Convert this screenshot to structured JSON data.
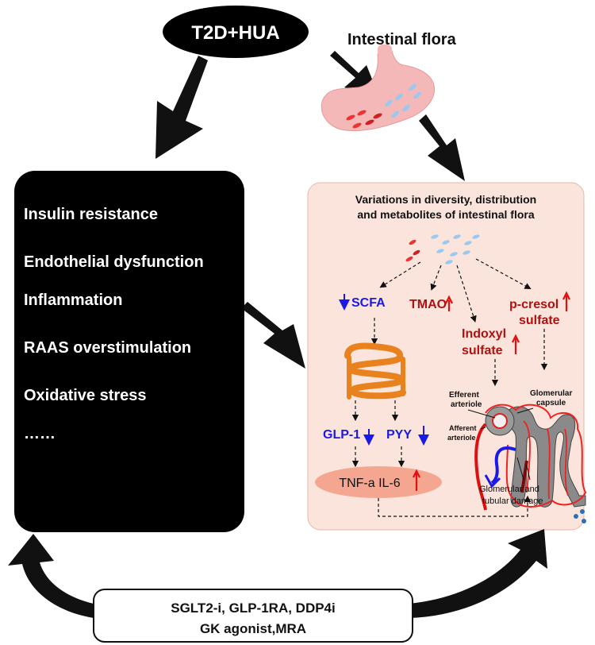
{
  "top_node": {
    "label": "T2D+HUA"
  },
  "flora_label": "Intestinal flora",
  "mechanisms": {
    "items": [
      "Insulin resistance",
      "Endothelial dysfunction",
      "Inflammation",
      "RAAS overstimulation",
      "Oxidative stress",
      "……"
    ]
  },
  "flora_panel": {
    "title_line1": "Variations in diversity, distribution",
    "title_line2": "and metabolites of intestinal flora",
    "scfa": "SCFA",
    "tmao": "TMAO",
    "indoxyl_line1": "Indoxyl",
    "indoxyl_line2": "sulfate",
    "pcresol_line1": "p-cresol",
    "pcresol_line2": "sulfate",
    "glp1": "GLP-1",
    "pyy": "PYY",
    "cytokines": "TNF-a IL-6",
    "efferent_line1": "Efferent",
    "efferent_line2": "arteriole",
    "glomerular_capsule_line1": "Glomerular",
    "glomerular_capsule_line2": "capsule",
    "afferent_line1": "Afferent",
    "afferent_line2": "arteriole",
    "damage_line1": "Glomerular and",
    "damage_line2": "tubular damage"
  },
  "treatments": {
    "line1": "SGLT2-i, GLP-1RA, DDP4i",
    "line2": "GK agonist,MRA"
  },
  "colors": {
    "up_arrow": "#e01010",
    "down_arrow": "#1a1ae6",
    "metabolite_red": "#b01010",
    "blue_text": "#1a1ae6",
    "panel_bg": "#fbe4dc",
    "cytokine_ellipse": "#f4a690",
    "intestine": "#e8821e",
    "stomach": "#f5b8b8"
  }
}
